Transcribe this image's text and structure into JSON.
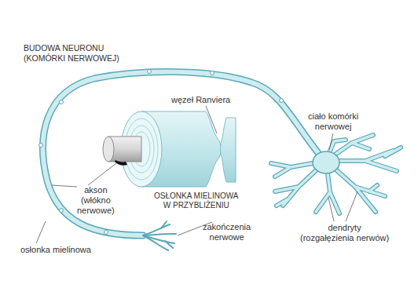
{
  "diagram": {
    "title": "BUDOWA NEURONU (KOMÓRKI NERWOWEJ)",
    "labels": [
      "węzeł Ranviera",
      "ciało komórki nerwowej",
      "akson (włókno nerwowe)",
      "OSŁONKA MIELINOWA W PRZYBLIŻENIU",
      "zakończenia nerwowe",
      "osłonka mielinowa",
      "dendryty (rozgałęzienia nerwów)"
    ]
  }
}
